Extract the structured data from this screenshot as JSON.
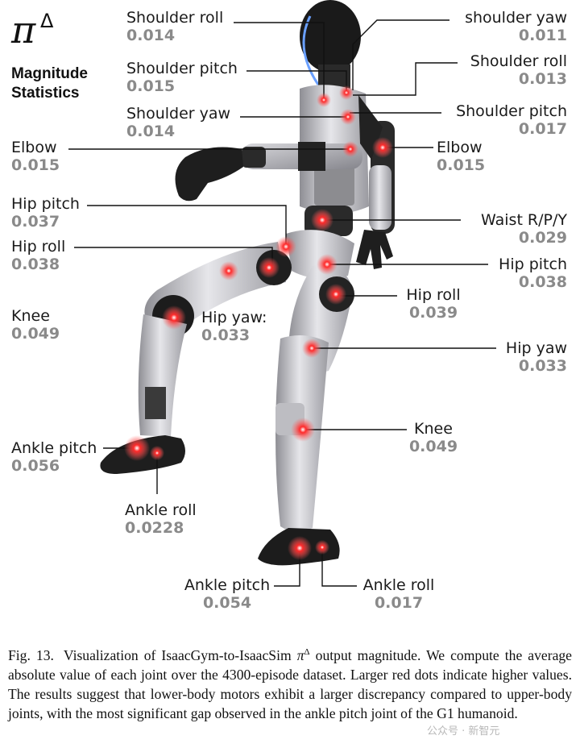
{
  "figure": {
    "symbol": "π",
    "symbol_sup": "Δ",
    "title": "Magnitude Statistics",
    "joints": [
      {
        "name": "Shoulder roll",
        "value": "0.014"
      },
      {
        "name": "Shoulder pitch",
        "value": "0.015"
      },
      {
        "name": "Shoulder yaw",
        "value": "0.014"
      },
      {
        "name": "Elbow",
        "value": "0.015"
      },
      {
        "name": "Hip pitch",
        "value": "0.037"
      },
      {
        "name": "Hip roll",
        "value": "0.038"
      },
      {
        "name": "Knee",
        "value": "0.049"
      },
      {
        "name": "Hip yaw:",
        "value": "0.033"
      },
      {
        "name": "Ankle pitch",
        "value": "0.056"
      },
      {
        "name": "Ankle roll",
        "value": "0.0228"
      },
      {
        "name": "shoulder yaw",
        "value": "0.011"
      },
      {
        "name": "Shoulder roll",
        "value": "0.013"
      },
      {
        "name": "Shoulder pitch",
        "value": "0.017"
      },
      {
        "name": "Elbow",
        "value": "0.015"
      },
      {
        "name": "Waist R/P/Y",
        "value": "0.029"
      },
      {
        "name": "Hip pitch",
        "value": "0.038"
      },
      {
        "name": "Hip roll",
        "value": "0.039"
      },
      {
        "name": "Hip yaw",
        "value": "0.033"
      },
      {
        "name": "Knee",
        "value": "0.049"
      },
      {
        "name": "Ankle pitch",
        "value": "0.054"
      },
      {
        "name": "Ankle roll",
        "value": "0.017"
      }
    ]
  },
  "caption": {
    "label": "Fig. 13.",
    "text": "Visualization of IsaacGym-to-IsaacSim π^Δ output magnitude. We compute the average absolute value of each joint over the 4300-episode dataset. Larger red dots indicate higher values. The results suggest that lower-body motors exhibit a larger discrepancy compared to upper-body joints, with the most significant gap observed in the ankle pitch joint of the G1 humanoid."
  },
  "watermark": "公众号 · 新智元",
  "colors": {
    "dot": "#ff2a2a",
    "glow": "#ff6060",
    "robot_body": "#c8c8cc",
    "robot_dark": "#262626",
    "value_text": "#8a8a8a"
  }
}
